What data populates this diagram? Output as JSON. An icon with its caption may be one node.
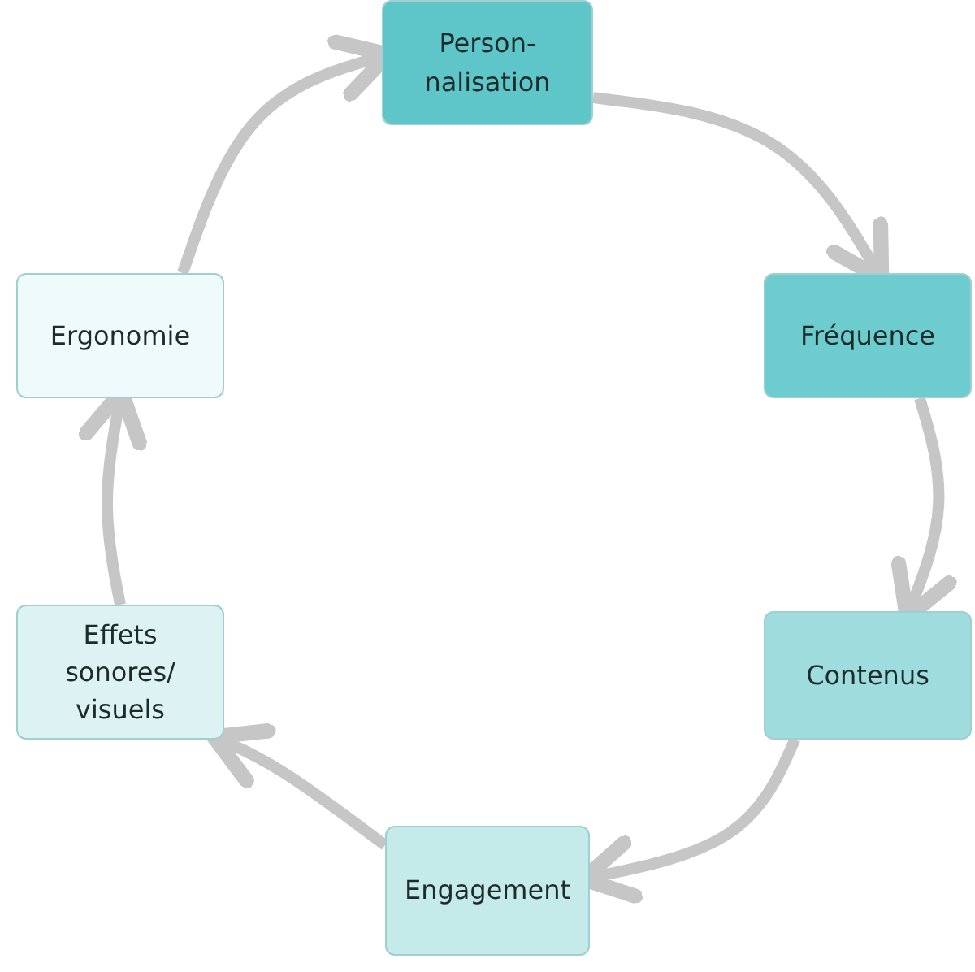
{
  "diagram": {
    "nodes": [
      {
        "text": [
          "Person- nalisation"
        ]
      },
      {
        "text": [
          "Fréquence"
        ]
      },
      {
        "text": [
          "Contenus"
        ]
      },
      {
        "text": [
          "Engagement"
        ]
      },
      {
        "text": [
          "Effets sonores/ visuels"
        ]
      },
      {
        "text": [
          "Ergonomie"
        ]
      }
    ],
    "edges": [
      {
        "from": 0,
        "to": 1,
        "arrow": "to"
      },
      {
        "from": 1,
        "to": 2,
        "arrow": "to"
      },
      {
        "from": 2,
        "to": 3,
        "arrow": "to"
      },
      {
        "from": 3,
        "to": 4,
        "arrow": "to"
      },
      {
        "from": 4,
        "to": 5,
        "arrow": "to"
      },
      {
        "from": 5,
        "to": 0,
        "arrow": "to"
      }
    ]
  }
}
